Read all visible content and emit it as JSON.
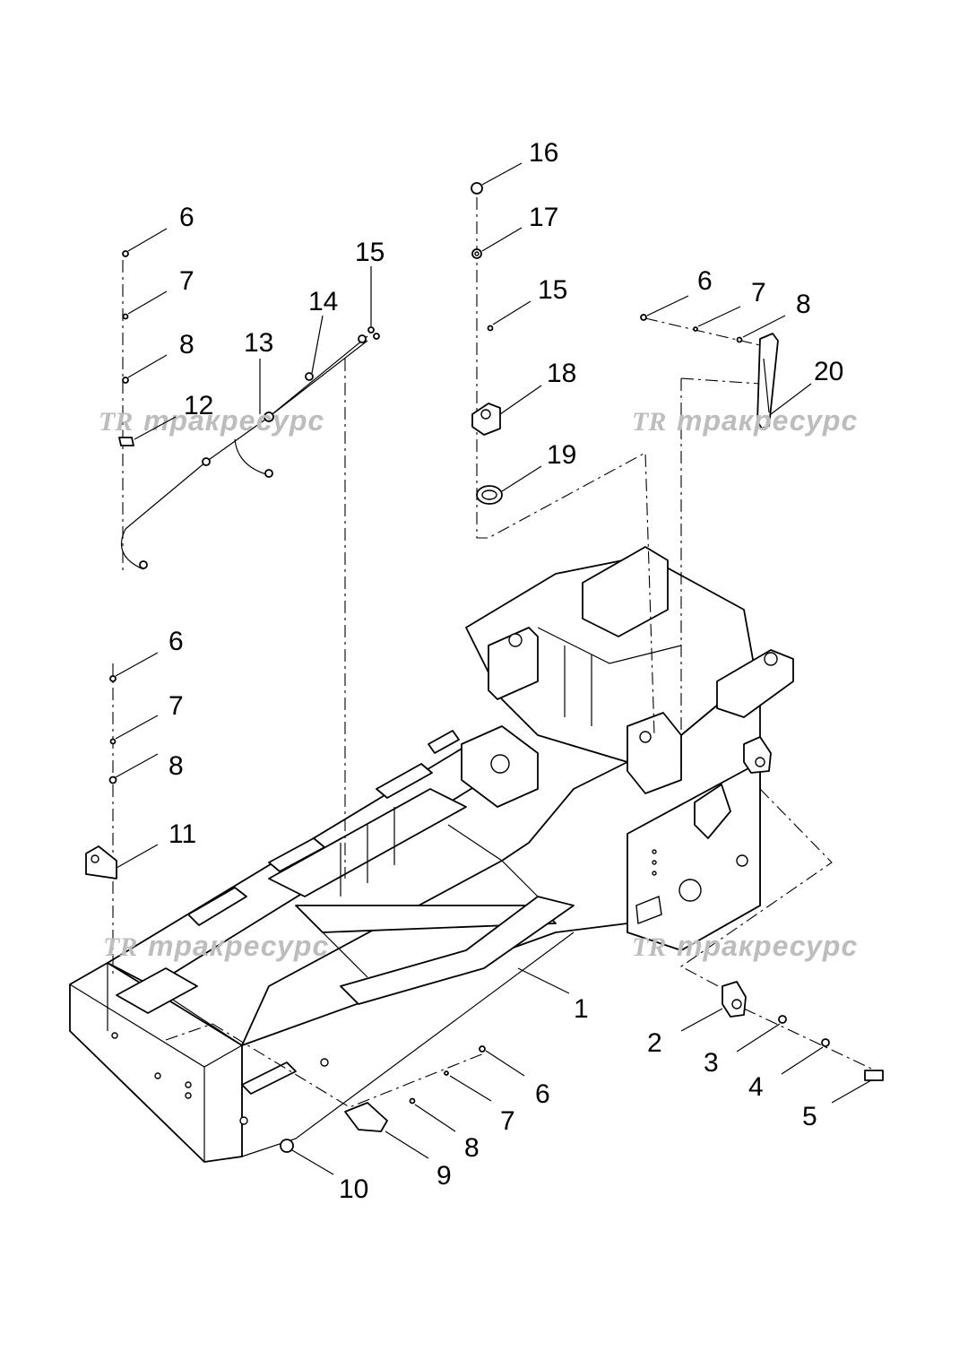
{
  "watermark": {
    "logo": "TR",
    "text": "тракресурс"
  },
  "callouts": [
    {
      "id": "c1",
      "label": "1"
    },
    {
      "id": "c2",
      "label": "2"
    },
    {
      "id": "c3",
      "label": "3"
    },
    {
      "id": "c4",
      "label": "4"
    },
    {
      "id": "c5",
      "label": "5"
    },
    {
      "id": "c6a",
      "label": "6"
    },
    {
      "id": "c7a",
      "label": "7"
    },
    {
      "id": "c8a",
      "label": "8"
    },
    {
      "id": "c6b",
      "label": "6"
    },
    {
      "id": "c7b",
      "label": "7"
    },
    {
      "id": "c8b",
      "label": "8"
    },
    {
      "id": "c6c",
      "label": "6"
    },
    {
      "id": "c7c",
      "label": "7"
    },
    {
      "id": "c8c",
      "label": "8"
    },
    {
      "id": "c6d",
      "label": "6"
    },
    {
      "id": "c7d",
      "label": "7"
    },
    {
      "id": "c8d",
      "label": "8"
    },
    {
      "id": "c9",
      "label": "9"
    },
    {
      "id": "c10",
      "label": "10"
    },
    {
      "id": "c11",
      "label": "11"
    },
    {
      "id": "c12",
      "label": "12"
    },
    {
      "id": "c13",
      "label": "13"
    },
    {
      "id": "c14",
      "label": "14"
    },
    {
      "id": "c15a",
      "label": "15"
    },
    {
      "id": "c15b",
      "label": "15"
    },
    {
      "id": "c16",
      "label": "16"
    },
    {
      "id": "c17",
      "label": "17"
    },
    {
      "id": "c18",
      "label": "18"
    },
    {
      "id": "c19",
      "label": "19"
    },
    {
      "id": "c20",
      "label": "20"
    }
  ]
}
